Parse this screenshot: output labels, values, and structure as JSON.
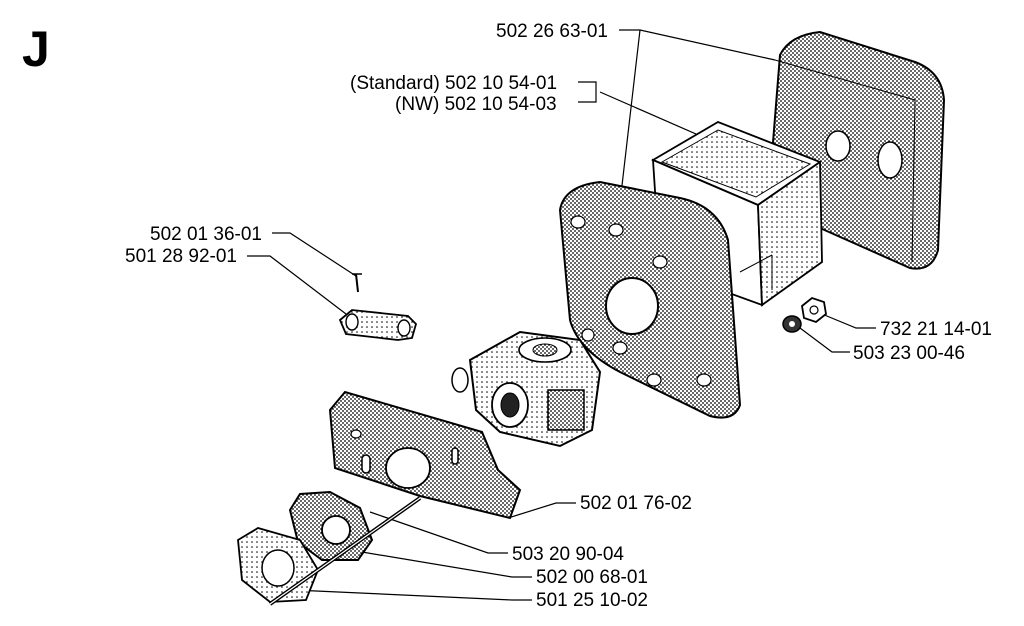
{
  "section_letter": "J",
  "labels": {
    "air_filter_cover": "502 26 63-01",
    "air_filter_standard": "(Standard) 502 10 54-01",
    "air_filter_nw": "(NW) 502 10 54-03",
    "screw": "502 01 36-01",
    "handle_bracket": "501 28 92-01",
    "nut": "732 21 14-01",
    "washer": "503 23 00-46",
    "heat_shield_plate": "502 01 76-02",
    "intake_rubber": "503 20 90-04",
    "gasket": "502 00 68-01",
    "stud_bolt": "501 25 10-02"
  }
}
